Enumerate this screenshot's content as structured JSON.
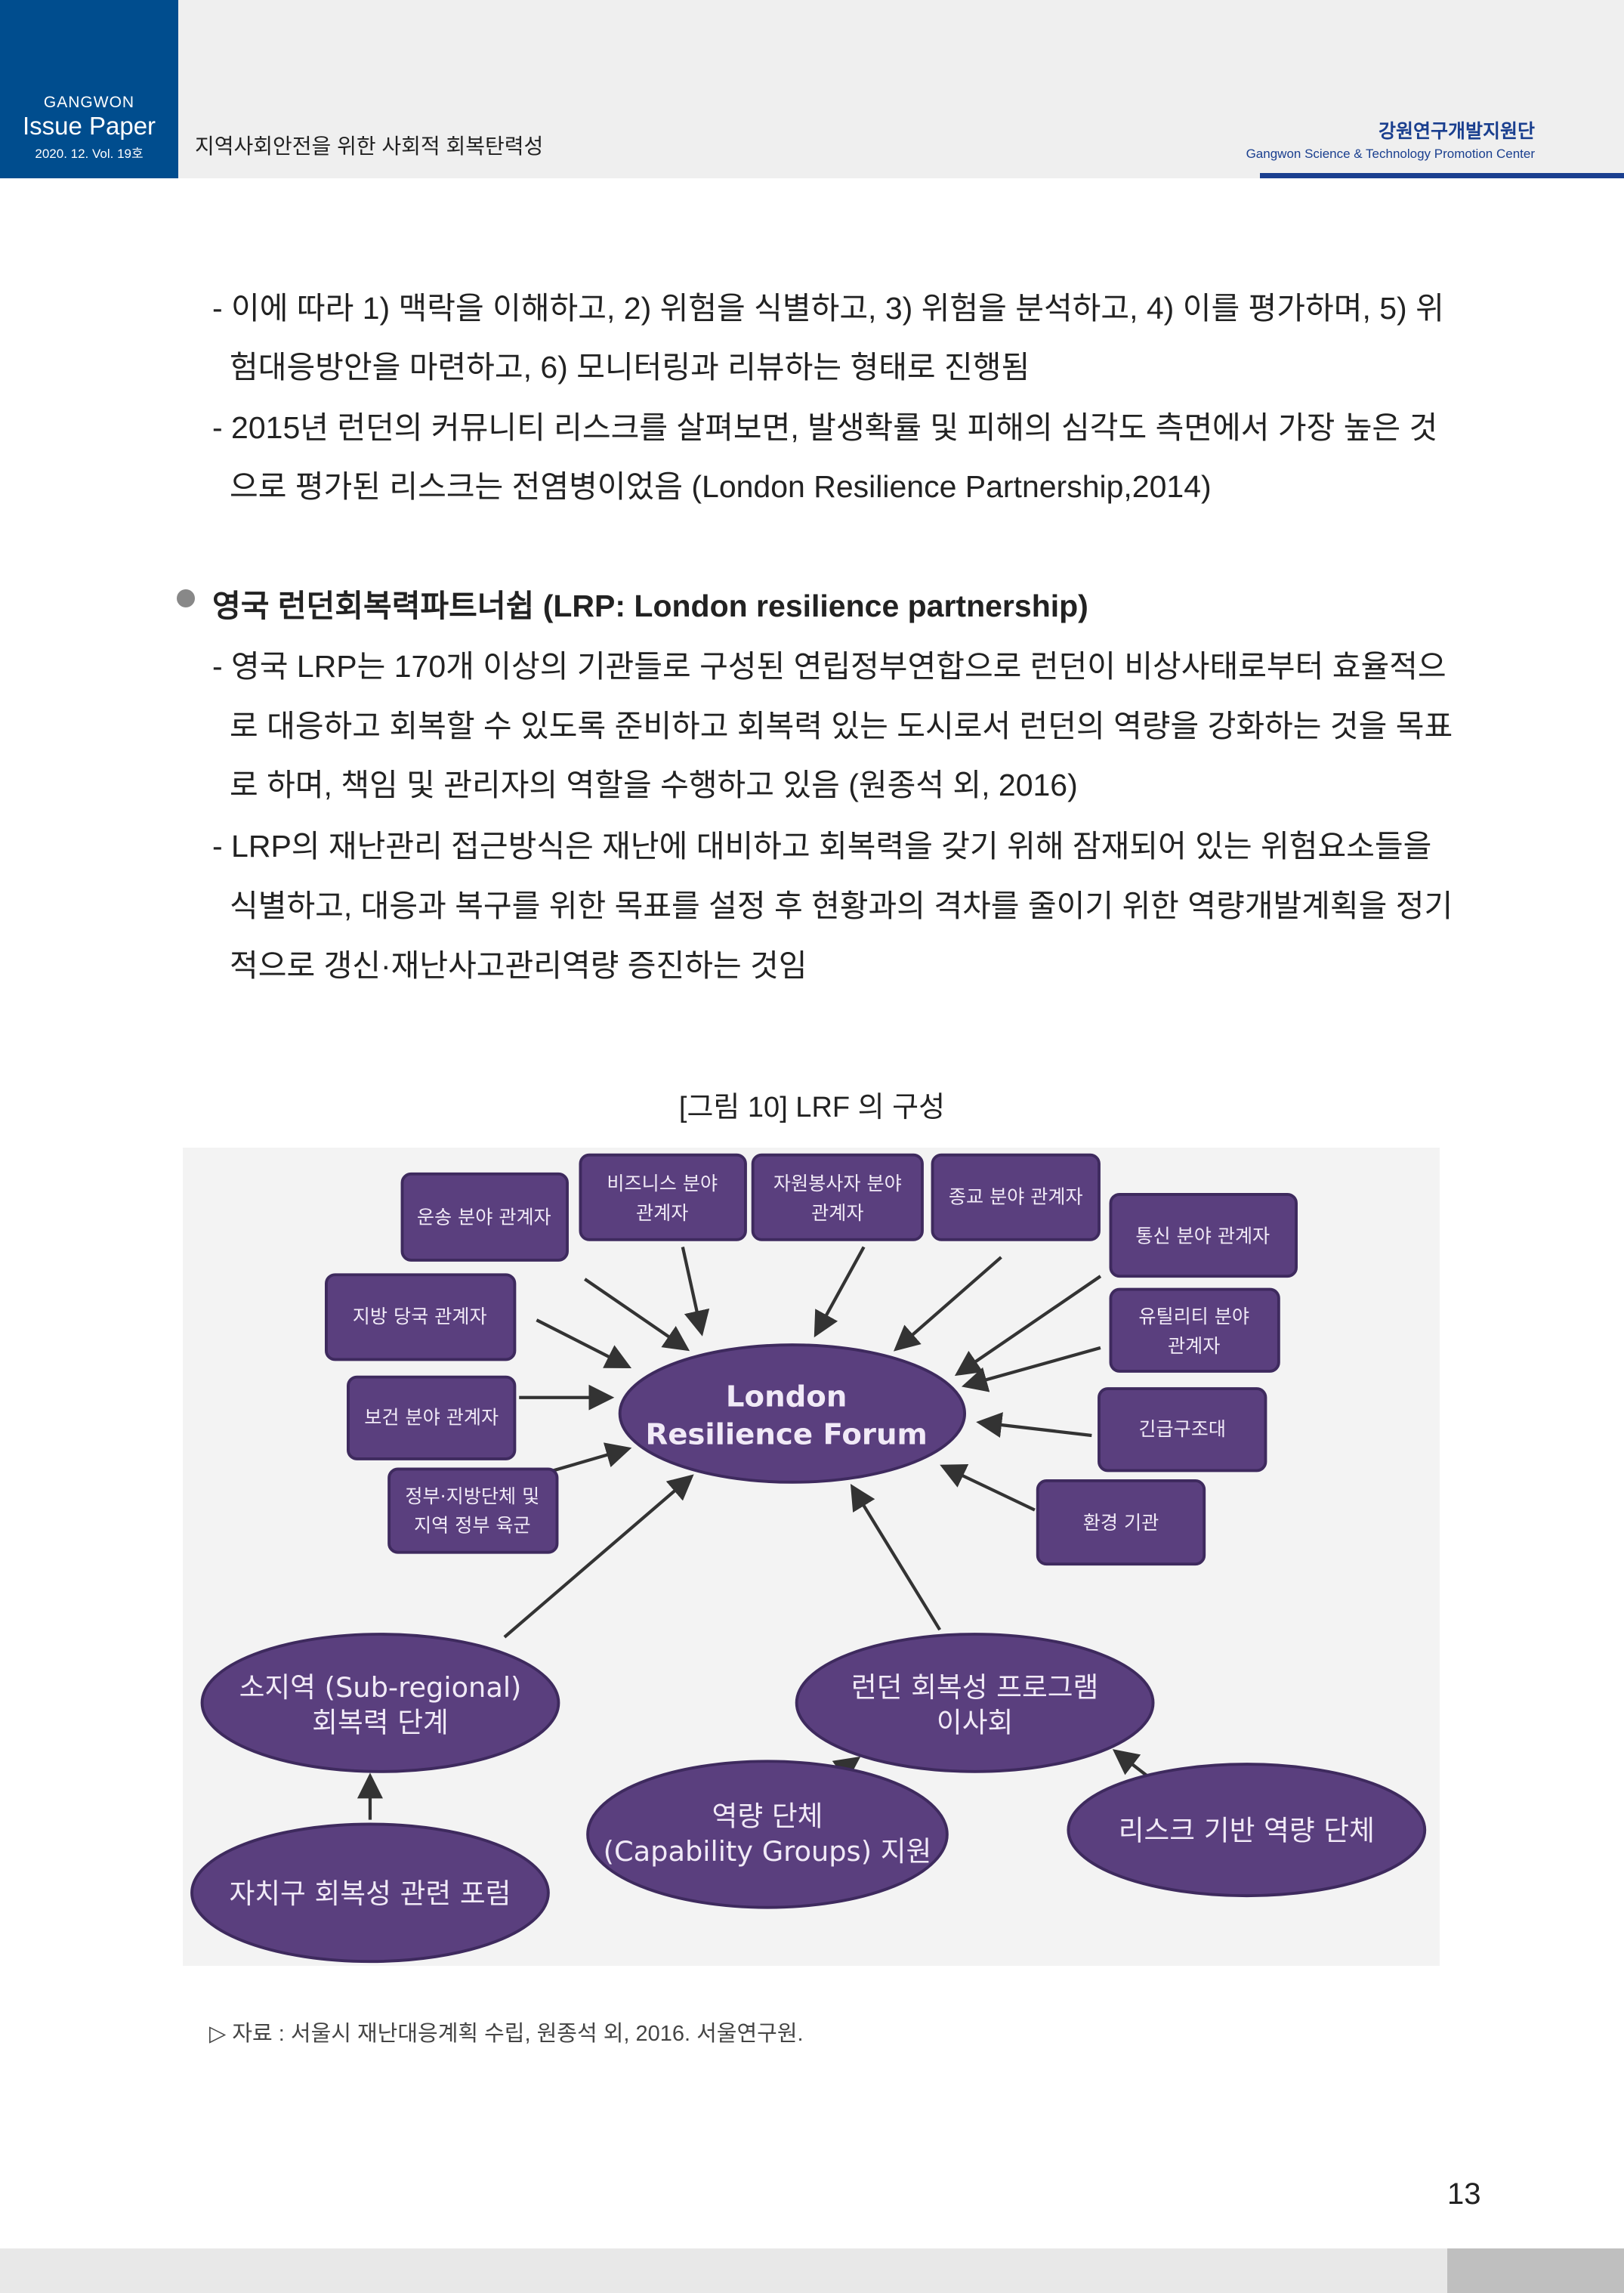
{
  "header": {
    "brand_top": "GANGWON",
    "brand_name": "Issue Paper",
    "issue": "2020. 12.   Vol. 19호",
    "title": "지역사회안전을 위한 사회적 회복탄력성",
    "org_ko": "강원연구개발지원단",
    "org_en": "Gangwon Science & Technology Promotion Center"
  },
  "body": {
    "lines1": [
      "- 이에 따라 1) 맥락을 이해하고, 2) 위험을 식별하고, 3) 위험을 분석하고, 4) 이를 평가하며, 5) 위",
      "험대응방안을 마련하고, 6) 모니터링과 리뷰하는 형태로 진행됨",
      "- 2015년 런던의 커뮤니티 리스크를 살펴보면, 발생확률 및 피해의 심각도 측면에서 가장 높은 것",
      "으로 평가된 리스크는 전염병이었음 (London Resilience Partnership,2014)"
    ],
    "heading": "영국 런던회복력파트너쉽 (LRP: London resilience partnership)",
    "lines2": [
      "- 영국 LRP는 170개 이상의 기관들로 구성된 연립정부연합으로 런던이 비상사태로부터 효율적으",
      "로 대응하고 회복할 수 있도록 준비하고 회복력 있는 도시로서 런던의 역량을 강화하는 것을 목표",
      "로 하며, 책임 및 관리자의 역할을 수행하고 있음 (원종석 외, 2016)",
      "- LRP의 재난관리 접근방식은 재난에 대비하고 회복력을 갖기 위해 잠재되어 있는 위험요소들을",
      "식별하고, 대응과 복구를 위한 목표를 설정 후 현황과의 격차를 줄이기 위한 역량개발계획을 정기",
      "적으로 갱신·재난사고관리역량 증진하는 것임"
    ]
  },
  "figure": {
    "caption": "[그림 10] LRF 의 구성",
    "center": [
      "London",
      "Resilience Forum"
    ],
    "boxes": [
      [
        "운송 분야 관계자"
      ],
      [
        "비즈니스 분야",
        "관계자"
      ],
      [
        "자원봉사자 분야",
        "관계자"
      ],
      [
        "종교 분야 관계자"
      ],
      [
        "통신 분야 관계자"
      ],
      [
        "지방 당국 관계자"
      ],
      [
        "유틸리티 분야",
        "관계자"
      ],
      [
        "보건 분야 관계자"
      ],
      [
        "긴급구조대"
      ],
      [
        "정부·지방단체 및",
        "지역 정부 육군"
      ],
      [
        "환경 기관"
      ]
    ],
    "ovals": [
      [
        "소지역 (Sub-regional)",
        "회복력 단계"
      ],
      [
        "런던 회복성 프로그램",
        "이사회"
      ],
      [
        "역량 단체",
        "(Capability Groups) 지원"
      ],
      [
        "리스크 기반 역량 단체"
      ],
      [
        "자치구 회복성 관련 포럼"
      ]
    ],
    "color": "#5a3f7e",
    "source": "▷ 자료 : 서울시 재난대응계획 수립, 원종석 외, 2016. 서울연구원."
  },
  "page_number": "13"
}
